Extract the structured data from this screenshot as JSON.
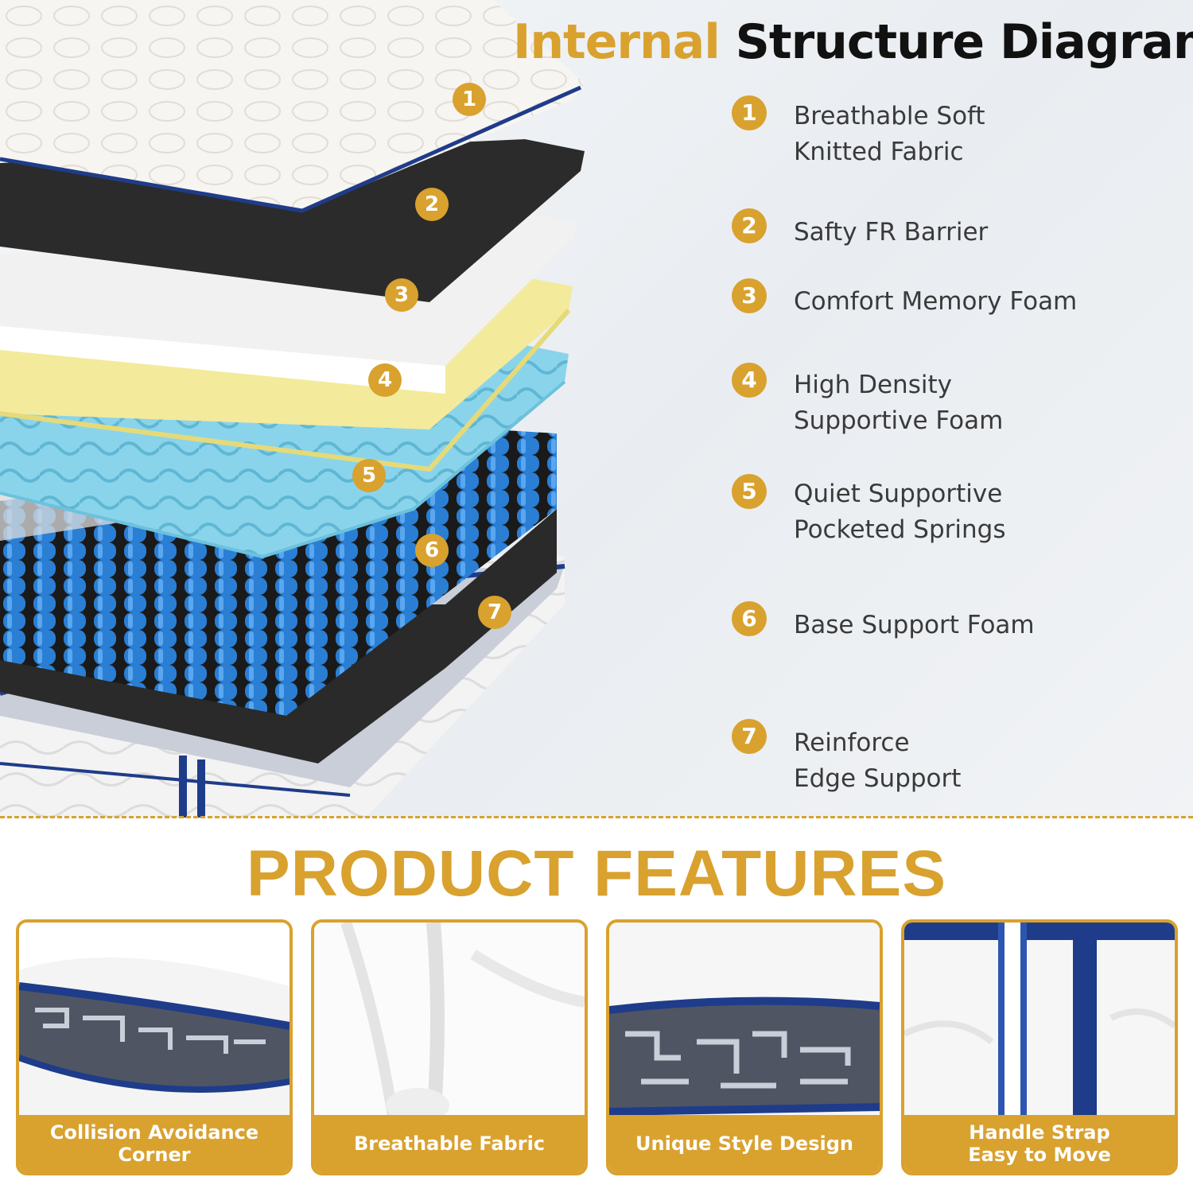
{
  "title": {
    "part1": "Internal",
    "part2": "Structure Diagram"
  },
  "layers": [
    {
      "num": "1",
      "line1": "Breathable Soft",
      "line2": "Knitted Fabric"
    },
    {
      "num": "2",
      "line1": "Safty FR Barrier",
      "line2": ""
    },
    {
      "num": "3",
      "line1": "Comfort Memory Foam",
      "line2": ""
    },
    {
      "num": "4",
      "line1": "High Density",
      "line2": "Supportive Foam"
    },
    {
      "num": "5",
      "line1": "Quiet Supportive",
      "line2": "Pocketed Springs"
    },
    {
      "num": "6",
      "line1": "Base Support Foam",
      "line2": ""
    },
    {
      "num": "7",
      "line1": "Reinforce",
      "line2": "Edge Support"
    }
  ],
  "features_heading": "PRODUCT FEATURES",
  "features": [
    {
      "line1": "Collision Avoidance",
      "line2": "Corner"
    },
    {
      "line1": "Breathable Fabric",
      "line2": ""
    },
    {
      "line1": "Unique Style Design",
      "line2": ""
    },
    {
      "line1": "Handle Strap",
      "line2": "Easy to Move"
    }
  ],
  "colors": {
    "accent": "#d9a12e",
    "navy": "#1f3c8a",
    "spring_blue": "#2a7fd4",
    "foam_yellow": "#f3ea9c",
    "foam_cyan": "#86d3ea",
    "dark": "#2a2a2a"
  }
}
